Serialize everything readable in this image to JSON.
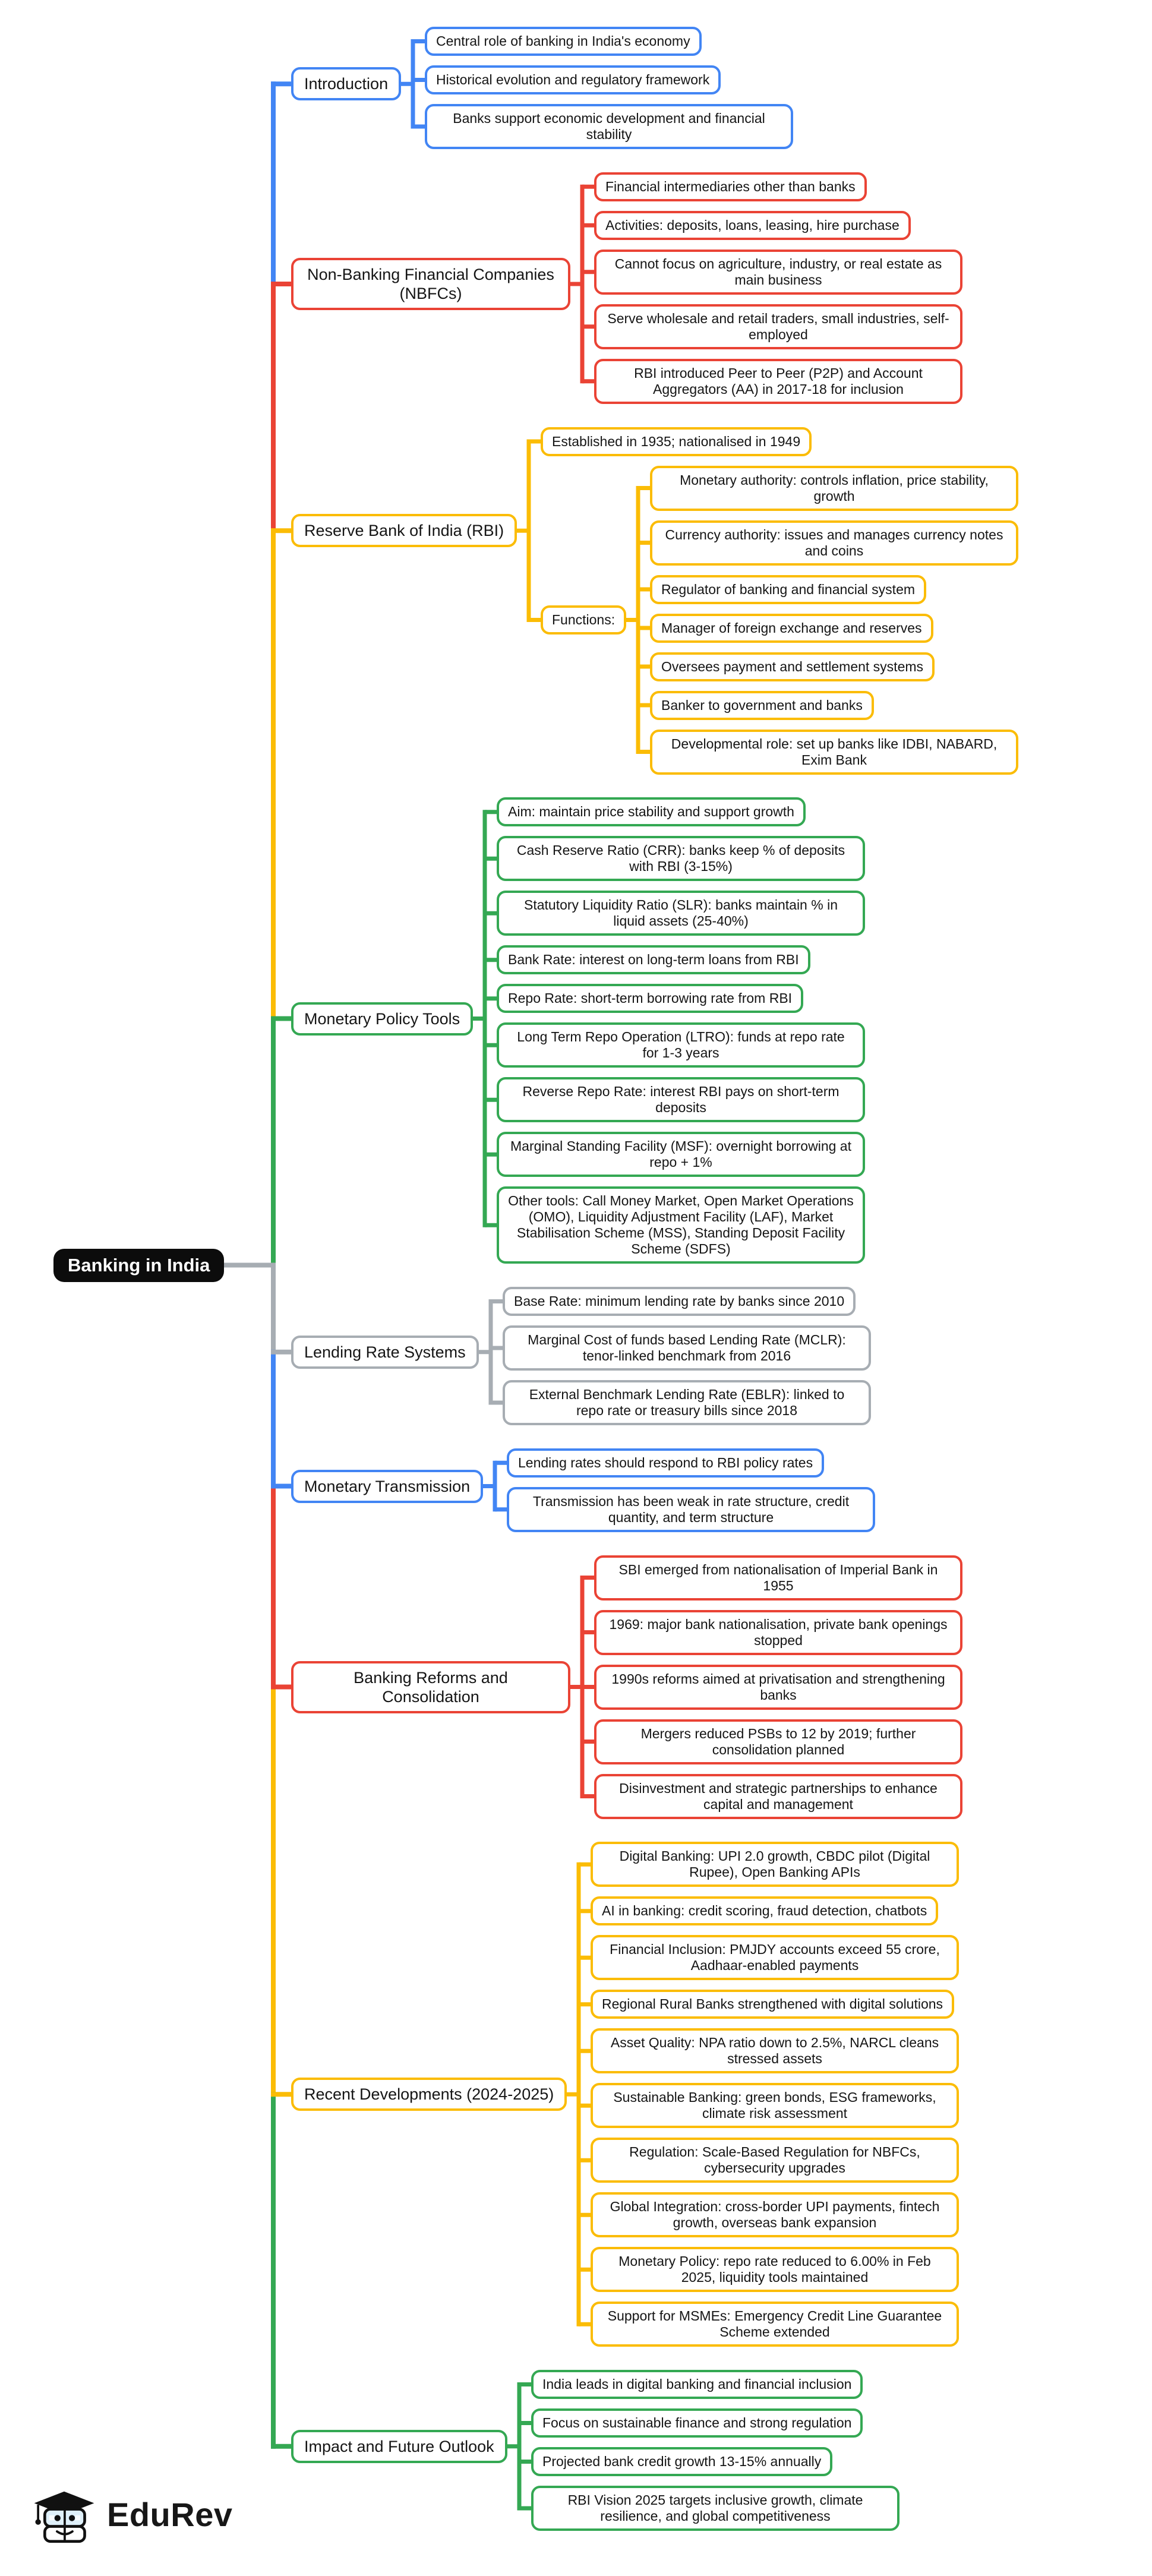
{
  "root": {
    "label": "Banking in India"
  },
  "watermark": {
    "brand": "EduRev"
  },
  "colors": {
    "blue": "#4285F4",
    "red": "#EA4335",
    "yellow": "#FBBC05",
    "green": "#34A853",
    "gray": "#A7ADB3",
    "black": "#0c0c0c"
  },
  "branches": [
    {
      "label": "Introduction",
      "color": "blue",
      "children": [
        {
          "label": "Central role of banking in India's economy"
        },
        {
          "label": "Historical evolution and regulatory framework"
        },
        {
          "label": "Banks support economic development and financial stability"
        }
      ]
    },
    {
      "label": "Non-Banking Financial Companies (NBFCs)",
      "color": "red",
      "children": [
        {
          "label": "Financial intermediaries other than banks"
        },
        {
          "label": "Activities: deposits, loans, leasing, hire purchase"
        },
        {
          "label": "Cannot focus on agriculture, industry, or real estate as main business"
        },
        {
          "label": "Serve wholesale and retail traders, small industries, self-employed"
        },
        {
          "label": "RBI introduced Peer to Peer (P2P) and Account Aggregators (AA) in 2017-18 for inclusion"
        }
      ]
    },
    {
      "label": "Reserve Bank of India (RBI)",
      "color": "yellow",
      "children": [
        {
          "label": "Established in 1935; nationalised in 1949"
        },
        {
          "label": "Functions:",
          "children": [
            {
              "label": "Monetary authority: controls inflation, price stability, growth"
            },
            {
              "label": "Currency authority: issues and manages currency notes and coins"
            },
            {
              "label": "Regulator of banking and financial system"
            },
            {
              "label": "Manager of foreign exchange and reserves"
            },
            {
              "label": "Oversees payment and settlement systems"
            },
            {
              "label": "Banker to government and banks"
            },
            {
              "label": "Developmental role: set up banks like IDBI, NABARD, Exim Bank"
            }
          ]
        }
      ]
    },
    {
      "label": "Monetary Policy Tools",
      "color": "green",
      "children": [
        {
          "label": "Aim: maintain price stability and support growth"
        },
        {
          "label": "Cash Reserve Ratio (CRR): banks keep % of deposits with RBI (3-15%)"
        },
        {
          "label": "Statutory Liquidity Ratio (SLR): banks maintain % in liquid assets (25-40%)"
        },
        {
          "label": "Bank Rate: interest on long-term loans from RBI"
        },
        {
          "label": "Repo Rate: short-term borrowing rate from RBI"
        },
        {
          "label": "Long Term Repo Operation (LTRO): funds at repo rate for 1-3 years"
        },
        {
          "label": "Reverse Repo Rate: interest RBI pays on short-term deposits"
        },
        {
          "label": "Marginal Standing Facility (MSF): overnight borrowing at repo + 1%"
        },
        {
          "label": "Other tools: Call Money Market, Open Market Operations (OMO), Liquidity Adjustment Facility (LAF), Market Stabilisation Scheme (MSS), Standing Deposit Facility Scheme (SDFS)"
        }
      ]
    },
    {
      "label": "Lending Rate Systems",
      "color": "gray",
      "children": [
        {
          "label": "Base Rate: minimum lending rate by banks since 2010"
        },
        {
          "label": "Marginal Cost of funds based Lending Rate (MCLR): tenor-linked benchmark from 2016"
        },
        {
          "label": "External Benchmark Lending Rate (EBLR): linked to repo rate or treasury bills since 2018"
        }
      ]
    },
    {
      "label": "Monetary Transmission",
      "color": "blue",
      "children": [
        {
          "label": "Lending rates should respond to RBI policy rates"
        },
        {
          "label": "Transmission has been weak in rate structure, credit quantity, and term structure"
        }
      ]
    },
    {
      "label": "Banking Reforms and Consolidation",
      "color": "red",
      "children": [
        {
          "label": "SBI emerged from nationalisation of Imperial Bank in 1955"
        },
        {
          "label": "1969: major bank nationalisation, private bank openings stopped"
        },
        {
          "label": "1990s reforms aimed at privatisation and strengthening banks"
        },
        {
          "label": "Mergers reduced PSBs to 12 by 2019; further consolidation planned"
        },
        {
          "label": "Disinvestment and strategic partnerships to enhance capital and management"
        }
      ]
    },
    {
      "label": "Recent Developments (2024-2025)",
      "color": "yellow",
      "children": [
        {
          "label": "Digital Banking: UPI 2.0 growth, CBDC pilot (Digital Rupee), Open Banking APIs"
        },
        {
          "label": "AI in banking: credit scoring, fraud detection, chatbots"
        },
        {
          "label": "Financial Inclusion: PMJDY accounts exceed 55 crore, Aadhaar-enabled payments"
        },
        {
          "label": "Regional Rural Banks strengthened with digital solutions"
        },
        {
          "label": "Asset Quality: NPA ratio down to 2.5%, NARCL cleans stressed assets"
        },
        {
          "label": "Sustainable Banking: green bonds, ESG frameworks, climate risk assessment"
        },
        {
          "label": "Regulation: Scale-Based Regulation for NBFCs, cybersecurity upgrades"
        },
        {
          "label": "Global Integration: cross-border UPI payments, fintech growth, overseas bank expansion"
        },
        {
          "label": "Monetary Policy: repo rate reduced to 6.00% in Feb 2025, liquidity tools maintained"
        },
        {
          "label": "Support for MSMEs: Emergency Credit Line Guarantee Scheme extended"
        }
      ]
    },
    {
      "label": "Impact and Future Outlook",
      "color": "green",
      "children": [
        {
          "label": "India leads in digital banking and financial inclusion"
        },
        {
          "label": "Focus on sustainable finance and strong regulation"
        },
        {
          "label": "Projected bank credit growth 13-15% annually"
        },
        {
          "label": "RBI Vision 2025 targets inclusive growth, climate resilience, and global competitiveness"
        }
      ]
    }
  ]
}
